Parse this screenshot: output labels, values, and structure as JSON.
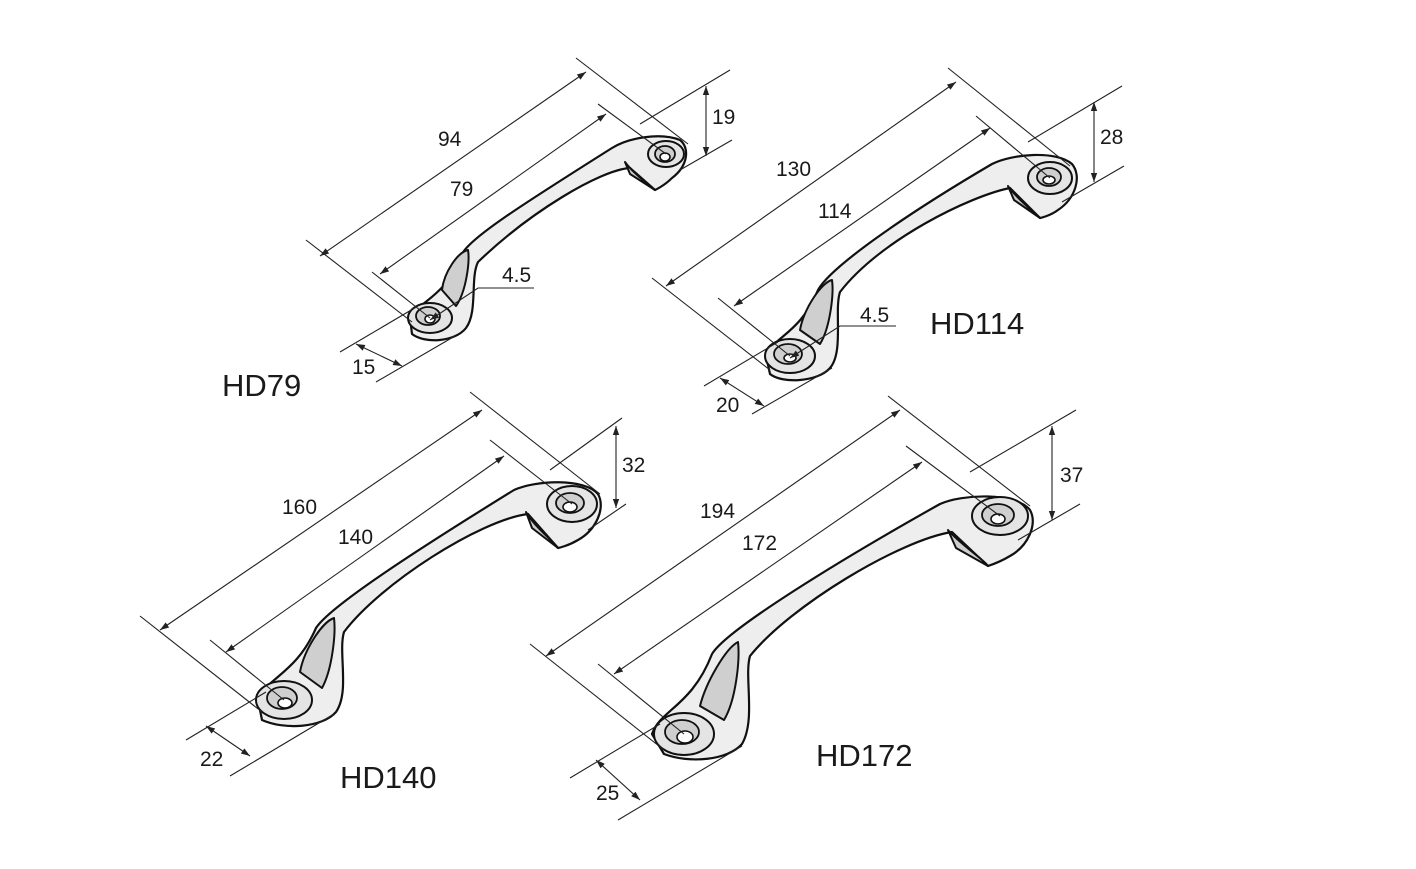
{
  "handles": [
    {
      "model": "HD79",
      "overall_length": "94",
      "hole_spacing": "79",
      "height": "19",
      "hole_diameter": "4.5",
      "width": "15"
    },
    {
      "model": "HD114",
      "overall_length": "130",
      "hole_spacing": "114",
      "height": "28",
      "hole_diameter": "4.5",
      "width": "20"
    },
    {
      "model": "HD140",
      "overall_length": "160",
      "hole_spacing": "140",
      "height": "32",
      "width": "22"
    },
    {
      "model": "HD172",
      "overall_length": "194",
      "hole_spacing": "172",
      "height": "37",
      "width": "25"
    }
  ]
}
